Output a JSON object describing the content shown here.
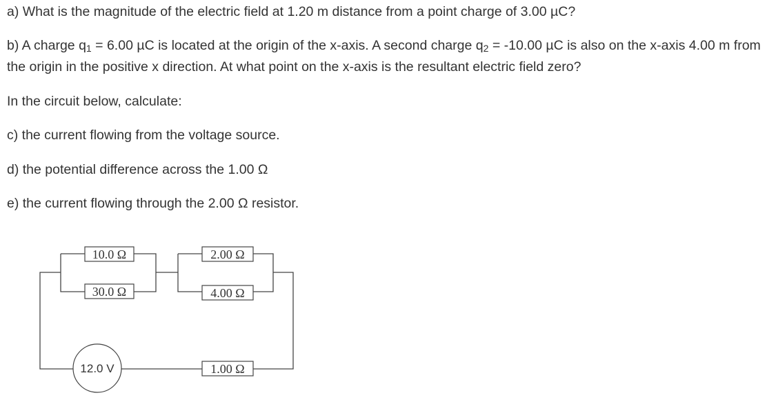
{
  "questions": {
    "a": "a) What is the magnitude of the electric field at 1.20 m distance from a point charge of 3.00 µC?",
    "b_part1": "b) A charge q",
    "b_sub1": "1",
    "b_part2": " = 6.00 µC is located at the origin of the x-axis. A second charge q",
    "b_sub2": "2",
    "b_part3": " = -10.00 µC is also on the x-axis 4.00 m from the origin in the positive x direction. At what point on the x-axis is the resultant electric field zero?",
    "intro": "In the circuit below, calculate:",
    "c": "c) the current flowing from the voltage source.",
    "d": "d) the potential difference across the 1.00 Ω",
    "e": "e) the current flowing through the 2.00 Ω resistor."
  },
  "circuit": {
    "r1": "10.0 Ω",
    "r2": "30.0 Ω",
    "r3": "2.00 Ω",
    "r4": "4.00 Ω",
    "r5": "1.00 Ω",
    "source": "12.0 V"
  }
}
